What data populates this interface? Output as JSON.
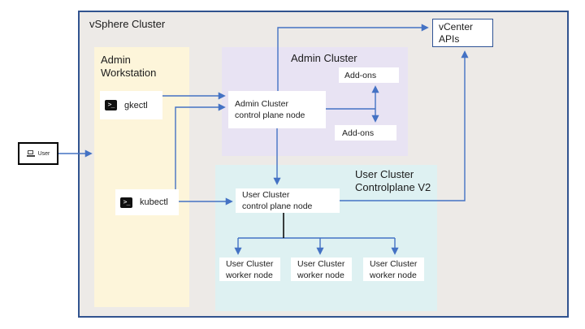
{
  "diagram": {
    "title": "vSphere Cluster",
    "user": {
      "label": "User"
    },
    "vcenter": {
      "line1": "vCenter",
      "line2": "APIs"
    },
    "admin_workstation": {
      "title": "Admin\nWorkstation",
      "tools": [
        {
          "label": "gkectl"
        },
        {
          "label": "kubectl"
        }
      ]
    },
    "admin_cluster": {
      "title": "Admin Cluster",
      "control_plane": {
        "line1": "Admin Cluster",
        "line2": "control plane node"
      },
      "addons_top": {
        "label": "Add-ons"
      },
      "addons_bottom": {
        "label": "Add-ons"
      }
    },
    "user_cluster": {
      "title": "User Cluster\nControlplane V2",
      "control_plane": {
        "line1": "User Cluster",
        "line2": "control plane node"
      },
      "workers": [
        {
          "line1": "User Cluster",
          "line2": "worker node"
        },
        {
          "line1": "User Cluster",
          "line2": "worker node"
        },
        {
          "line1": "User Cluster",
          "line2": "worker node"
        }
      ]
    },
    "icons": {
      "terminal_glyph": ">_"
    },
    "colors": {
      "outer_fill": "#edeae7",
      "outer_border": "#31538f",
      "workstation_fill": "#fdf5da",
      "admin_cluster_fill": "#e8e3f3",
      "user_cluster_fill": "#def1f2",
      "connector_blue": "#4472c4",
      "connector_black": "#000000",
      "vcenter_border": "#2e5395"
    }
  }
}
